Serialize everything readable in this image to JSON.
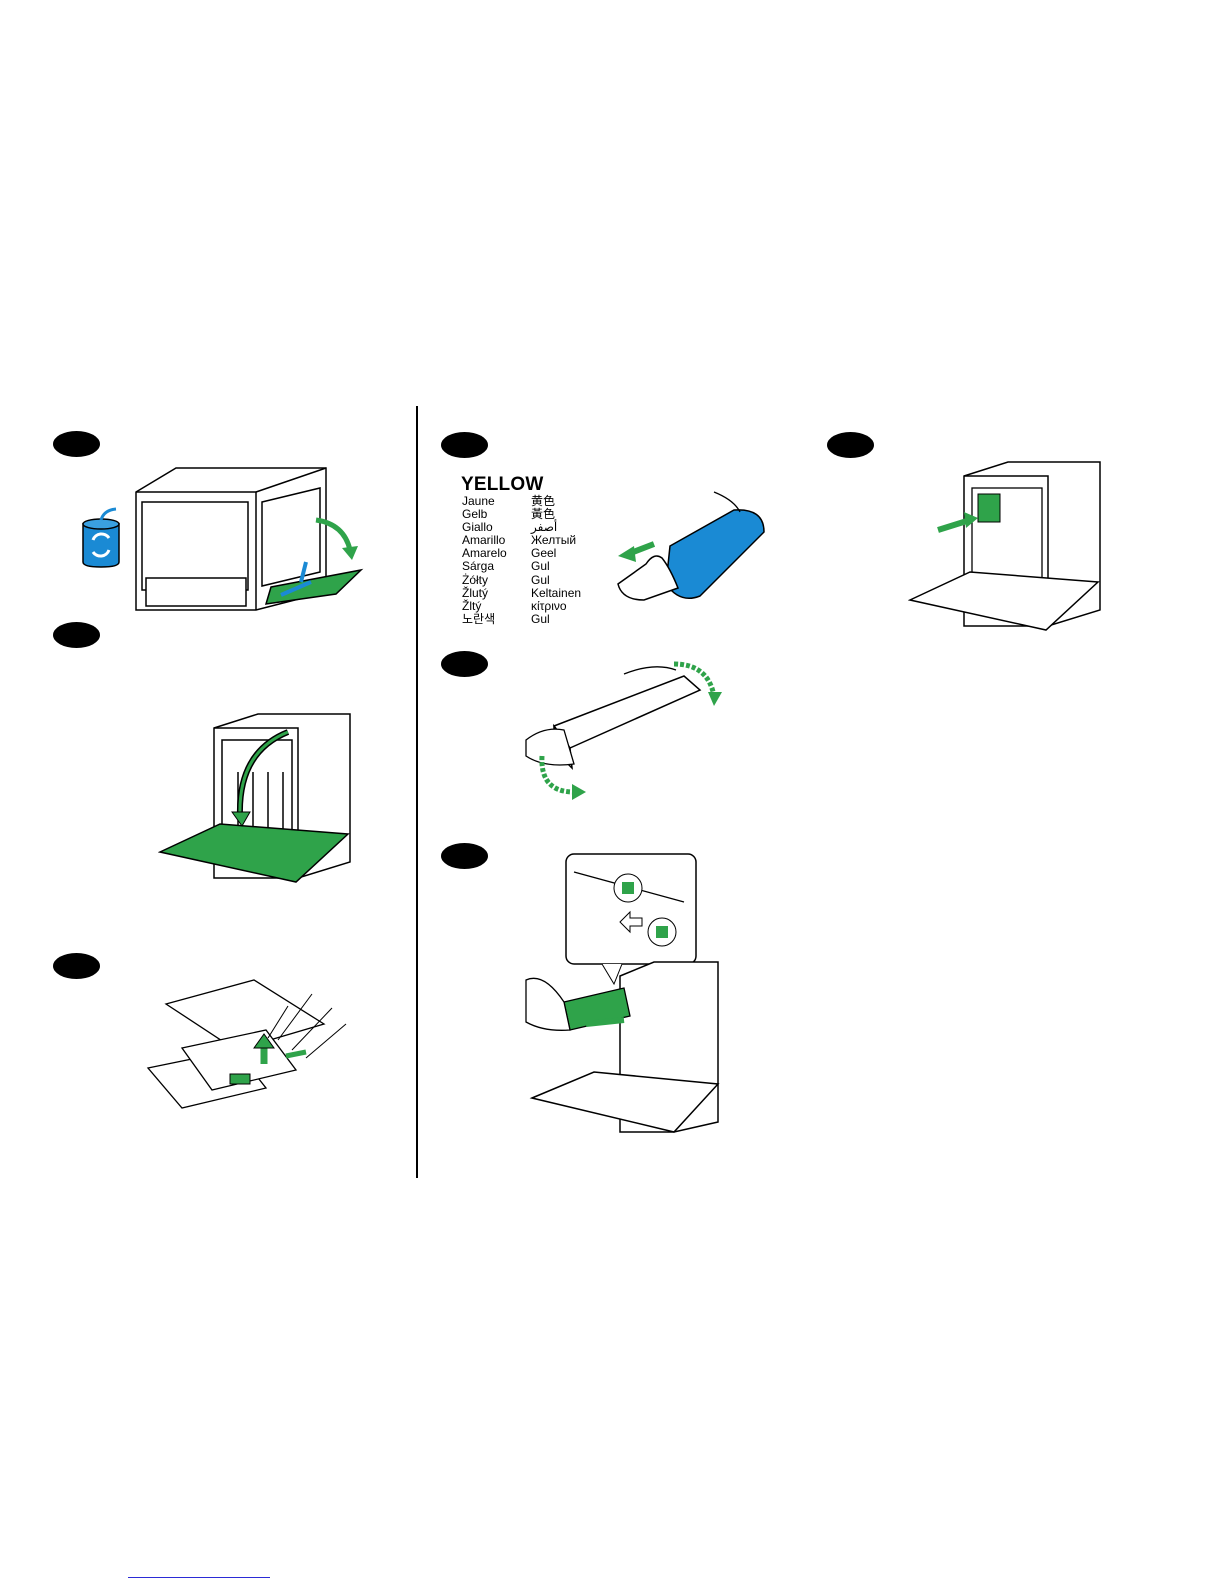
{
  "labels": {
    "title": "YELLOW",
    "languages_left": [
      "Jaune",
      "Gelb",
      "Giallo",
      "Amarillo",
      "Amarelo",
      "Sárga",
      "Żółty",
      "Žlutý",
      "Žltý",
      "노란색"
    ],
    "languages_right": [
      "黄色",
      "黃色",
      "أصفر",
      "Желтый",
      "Geel",
      "Gul",
      "Gul",
      "Keltainen",
      "κίτρινο",
      "Gul"
    ]
  },
  "colors": {
    "accent": "#2fa34a",
    "toner_blue": "#1a8ad4",
    "ink": "#000000"
  },
  "icons": [
    "recycle-icon",
    "arrow-icon"
  ]
}
